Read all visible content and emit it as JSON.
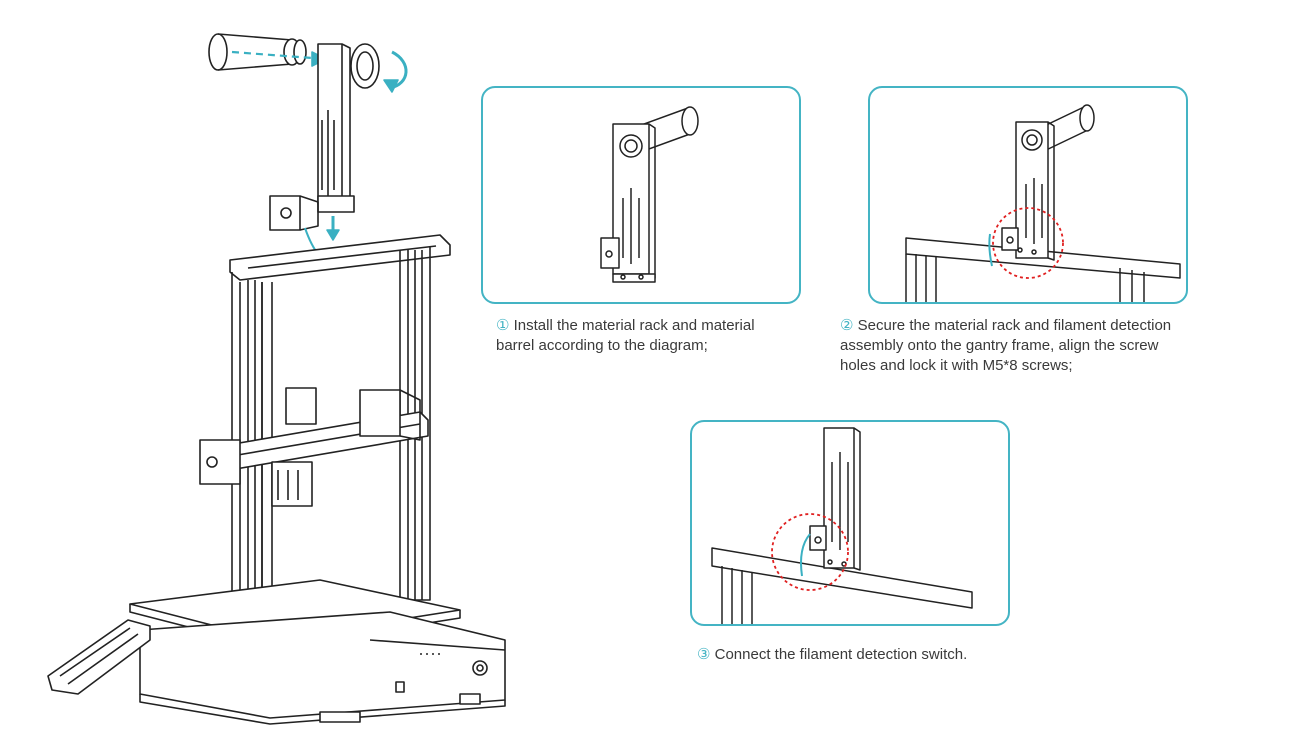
{
  "steps": [
    {
      "number": "①",
      "lines": [
        "Install the material rack and material",
        "barrel according to the diagram;"
      ]
    },
    {
      "number": "②",
      "lines": [
        "Secure the material rack and filament detection",
        "assembly onto the gantry frame,  align the screw",
        "holes and lock it with M5*8 screws;"
      ]
    },
    {
      "number": "③",
      "lines": [
        "Connect the filament detection switch."
      ]
    }
  ],
  "colors": {
    "panel_border": "#44b4c4",
    "arrow": "#3ab0c2",
    "highlight_circle": "#e02020",
    "cable": "#3ab0c2",
    "line_art": "#222222"
  }
}
